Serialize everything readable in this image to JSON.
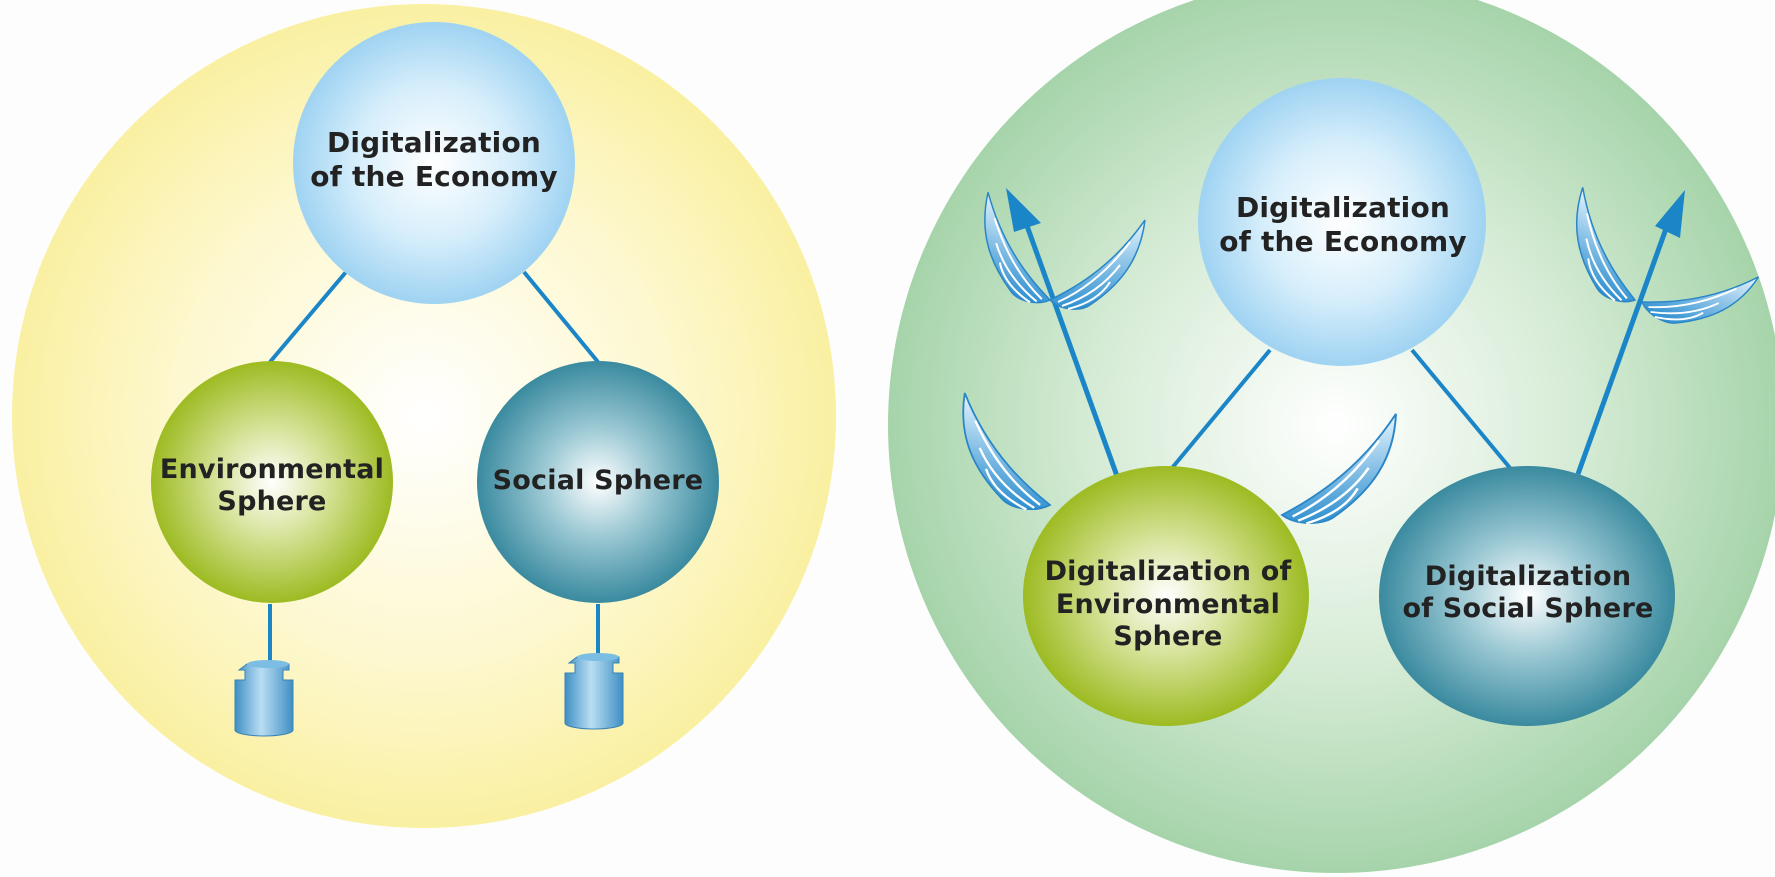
{
  "left_diagram": {
    "top_node": {
      "line1": "Digitalization",
      "line2": "of the Economy"
    },
    "left_node": {
      "line1": "Environmental",
      "line2": "Sphere"
    },
    "right_node": {
      "line1": "Social Sphere"
    },
    "background_color": "#fbf3a8",
    "symbols": [
      "weight-icon",
      "weight-icon"
    ]
  },
  "right_diagram": {
    "top_node": {
      "line1": "Digitalization",
      "line2": "of the Economy"
    },
    "left_node": {
      "line1": "Digitalization of",
      "line2": "Environmental",
      "line3": "Sphere"
    },
    "right_node": {
      "line1": "Digitalization",
      "line2": "of Social Sphere"
    },
    "background_color": "#a9d6ad",
    "symbols": [
      "winged-arrow-icon",
      "winged-arrow-icon",
      "wings-icon"
    ]
  },
  "colors": {
    "economy_node": "#aedcf5",
    "environmental_node": "#a7c32a",
    "social_node": "#3f8fa3",
    "connector": "#1a86c8"
  }
}
